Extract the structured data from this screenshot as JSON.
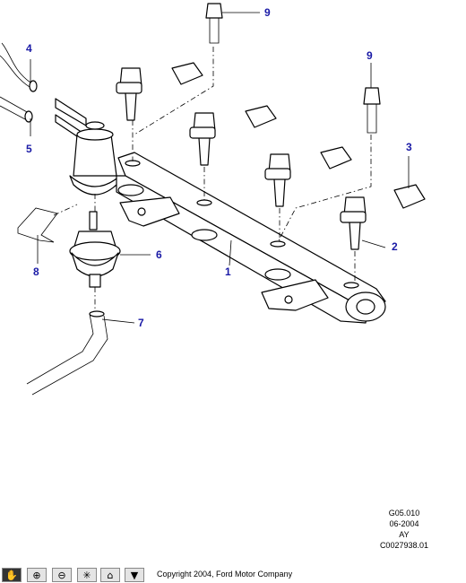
{
  "callouts": [
    {
      "id": "1",
      "label": "1"
    },
    {
      "id": "2",
      "label": "2"
    },
    {
      "id": "3",
      "label": "3"
    },
    {
      "id": "4",
      "label": "4"
    },
    {
      "id": "5",
      "label": "5"
    },
    {
      "id": "6",
      "label": "6"
    },
    {
      "id": "7",
      "label": "7"
    },
    {
      "id": "8",
      "label": "8"
    },
    {
      "id": "9a",
      "label": "9"
    },
    {
      "id": "9b",
      "label": "9"
    }
  ],
  "metadata": {
    "code": "G05.010",
    "date": "06-2004",
    "revision": "AY",
    "reference": "C0027938.01"
  },
  "toolbar": {
    "buttons": [
      {
        "name": "pan-tool-button",
        "icon": "hand-icon",
        "glyph": "✋",
        "active": true
      },
      {
        "name": "zoom-in-button",
        "icon": "zoom-in-icon",
        "glyph": "⊕",
        "active": false
      },
      {
        "name": "zoom-out-button",
        "icon": "zoom-out-icon",
        "glyph": "⊖",
        "active": false
      },
      {
        "name": "fit-view-button",
        "icon": "fit-view-icon",
        "glyph": "✳",
        "active": false
      },
      {
        "name": "home-button",
        "icon": "home-icon",
        "glyph": "⌂",
        "active": false
      },
      {
        "name": "menu-dropdown-button",
        "icon": "triangle-down-icon",
        "glyph": "▼",
        "active": false
      }
    ],
    "copyright": "Copyright 2004, Ford Motor Company"
  },
  "colors": {
    "callout": "#1a1aa6",
    "toolbar_active": "#333333"
  }
}
